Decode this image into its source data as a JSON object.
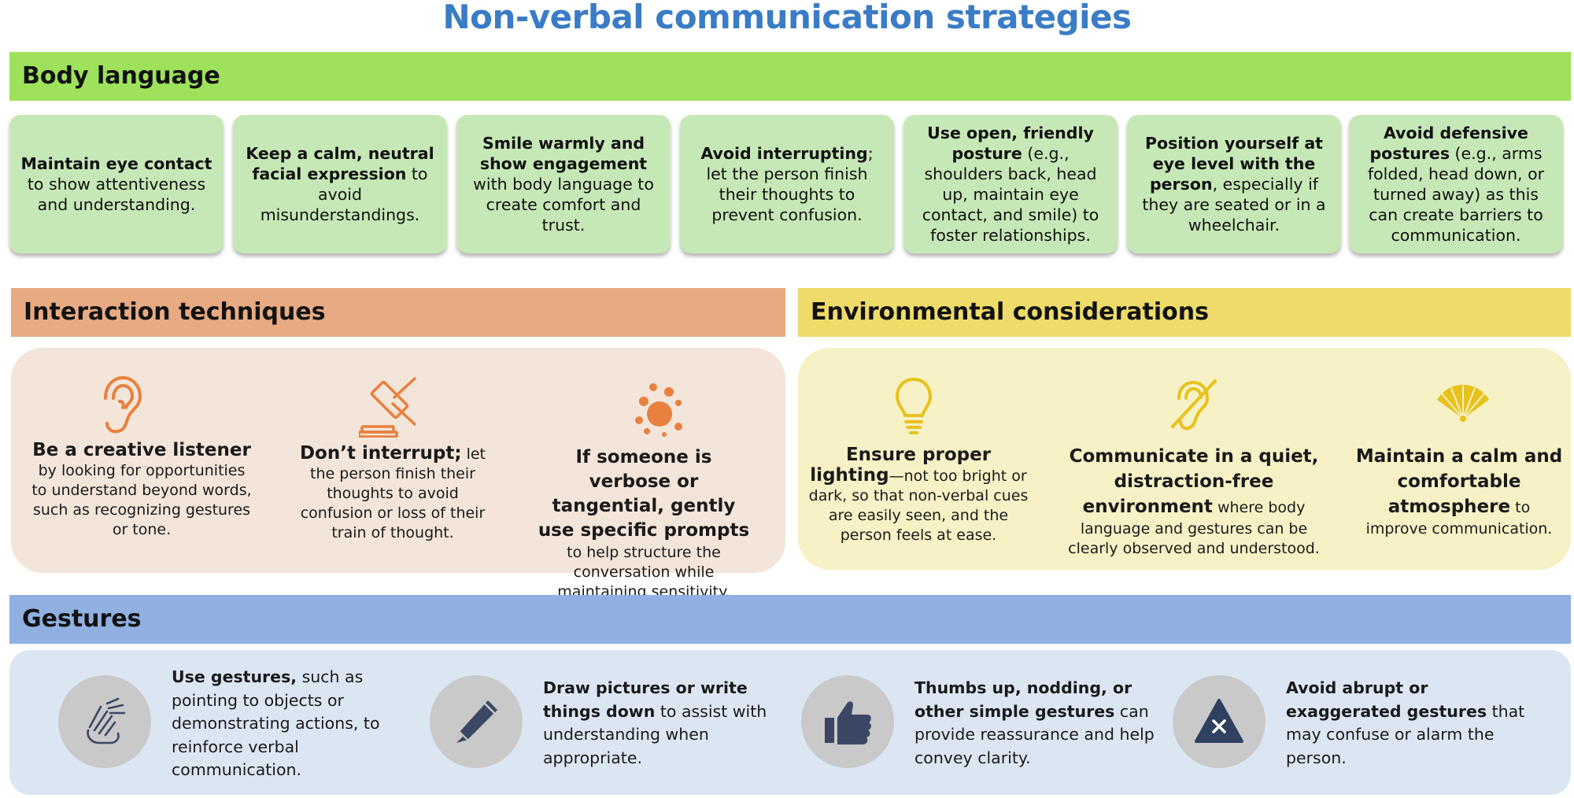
{
  "title": "Non-verbal communication strategies",
  "body_language": {
    "heading": "Body language",
    "cards": [
      {
        "bold": "Maintain eye contact",
        "text": " to show attentiveness and understanding."
      },
      {
        "bold": "Keep a calm, neutral facial expression",
        "text": " to avoid misunderstandings."
      },
      {
        "bold": "Smile warmly and show engagement",
        "text": " with body language to create comfort and trust."
      },
      {
        "bold": "Avoid interrupting",
        "text": "; let the person finish their thoughts to prevent confusion."
      },
      {
        "bold": "Use open, friendly posture",
        "text": " (e.g., shoulders back, head up, maintain eye contact, and smile) to foster relationships."
      },
      {
        "bold": "Position yourself at eye level with the person",
        "text": ", especially if they are seated or in a wheelchair."
      },
      {
        "bold": "Avoid defensive postures",
        "text": " (e.g., arms folded, head down, or turned away) as this can create barriers to communication."
      }
    ]
  },
  "interaction": {
    "heading": "Interaction techniques",
    "items": [
      {
        "icon": "ear-icon",
        "bold": "Be a creative listener",
        "text": " by looking for opportunities to understand beyond words, such as recognizing gestures or tone."
      },
      {
        "icon": "gavel-icon",
        "bold": "Don’t interrupt;",
        "text": " let the person finish their thoughts to avoid confusion or loss of their train of thought."
      },
      {
        "icon": "bubbles-icon",
        "bold": "If someone is verbose or tangential, gently use specific prompts",
        "text": " to help structure the conversation while maintaining sensitivity."
      }
    ]
  },
  "environment": {
    "heading": "Environmental considerations",
    "items": [
      {
        "icon": "lightbulb-icon",
        "bold": "Ensure proper lighting",
        "text": "—not too bright or dark, so that non-verbal cues are easily seen, and the person feels at ease."
      },
      {
        "icon": "no-hearing-icon",
        "bold": "Communicate in a quiet, distraction-free environment",
        "text": " where body language and gestures can be clearly observed and understood."
      },
      {
        "icon": "fan-icon",
        "bold": "Maintain a calm and comfortable atmosphere",
        "text": " to improve communication."
      }
    ]
  },
  "gestures": {
    "heading": "Gestures",
    "items": [
      {
        "icon": "sign-language-icon",
        "bold": "Use gestures,",
        "text": " such as pointing to objects or demonstrating actions, to reinforce verbal communication."
      },
      {
        "icon": "pencil-icon",
        "bold": "Draw pictures or write things down",
        "text": " to assist with understanding when appropriate."
      },
      {
        "icon": "thumbs-up-icon",
        "bold": "Thumbs up, nodding, or other simple gestures",
        "text": " can provide reassurance and help convey clarity."
      },
      {
        "icon": "warning-x-icon",
        "bold": "Avoid abrupt or exaggerated gestures",
        "text": " that may confuse or alarm the person."
      }
    ]
  },
  "colors": {
    "title": "#3a7cc5",
    "body_bar": "#9de25a",
    "body_card": "#c6e8b6",
    "interaction_bar": "#e8aa82",
    "interaction_panel": "#f3e5d9",
    "interaction_icon": "#e8803e",
    "environment_bar": "#eedb6a",
    "environment_panel": "#f7f1c6",
    "environment_icon": "#e8c21c",
    "gestures_bar": "#8fb0e0",
    "gestures_panel": "#dce6f3",
    "gestures_icon": "#2f4060"
  }
}
